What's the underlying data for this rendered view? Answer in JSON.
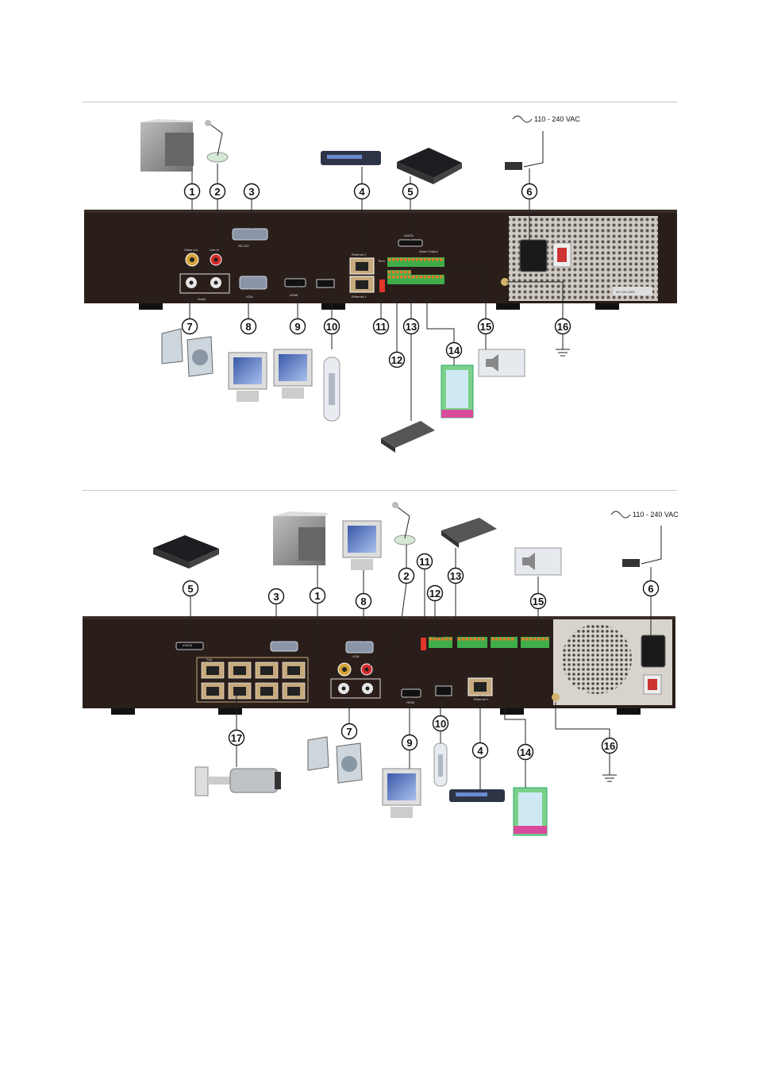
{
  "colors": {
    "panel": "#2a1e1a",
    "panel_edge": "#141010",
    "terminal_green": "#3fae4a",
    "terminal_orange": "#e87a2a",
    "psu_metal": "#c9c4bd"
  },
  "power_label_top": "110 - 240 VAC",
  "power_label_bottom": "110 - 240 VAC",
  "panel_labels": {
    "esata": "eSATA",
    "rs232": "RS-232",
    "vga": "VGA",
    "hdmi": "HDMI",
    "ethernet1": "Ethernet 1",
    "ethernet2": "Ethernet 2",
    "video_out": "Video out",
    "line_in": "Line in",
    "audio": "Audio",
    "term": "Term",
    "alarm_output": "Alarm Output",
    "ac": "AC 100-240V",
    "poe": "PoE"
  },
  "callouts_top": [
    "1",
    "2",
    "3",
    "4",
    "5",
    "6",
    "7",
    "8",
    "9",
    "10",
    "11",
    "12",
    "13",
    "14",
    "15",
    "16"
  ],
  "callouts_bottom": [
    "1",
    "2",
    "3",
    "4",
    "5",
    "6",
    "7",
    "8",
    "9",
    "10",
    "11",
    "12",
    "13",
    "14",
    "15",
    "16",
    "17"
  ]
}
